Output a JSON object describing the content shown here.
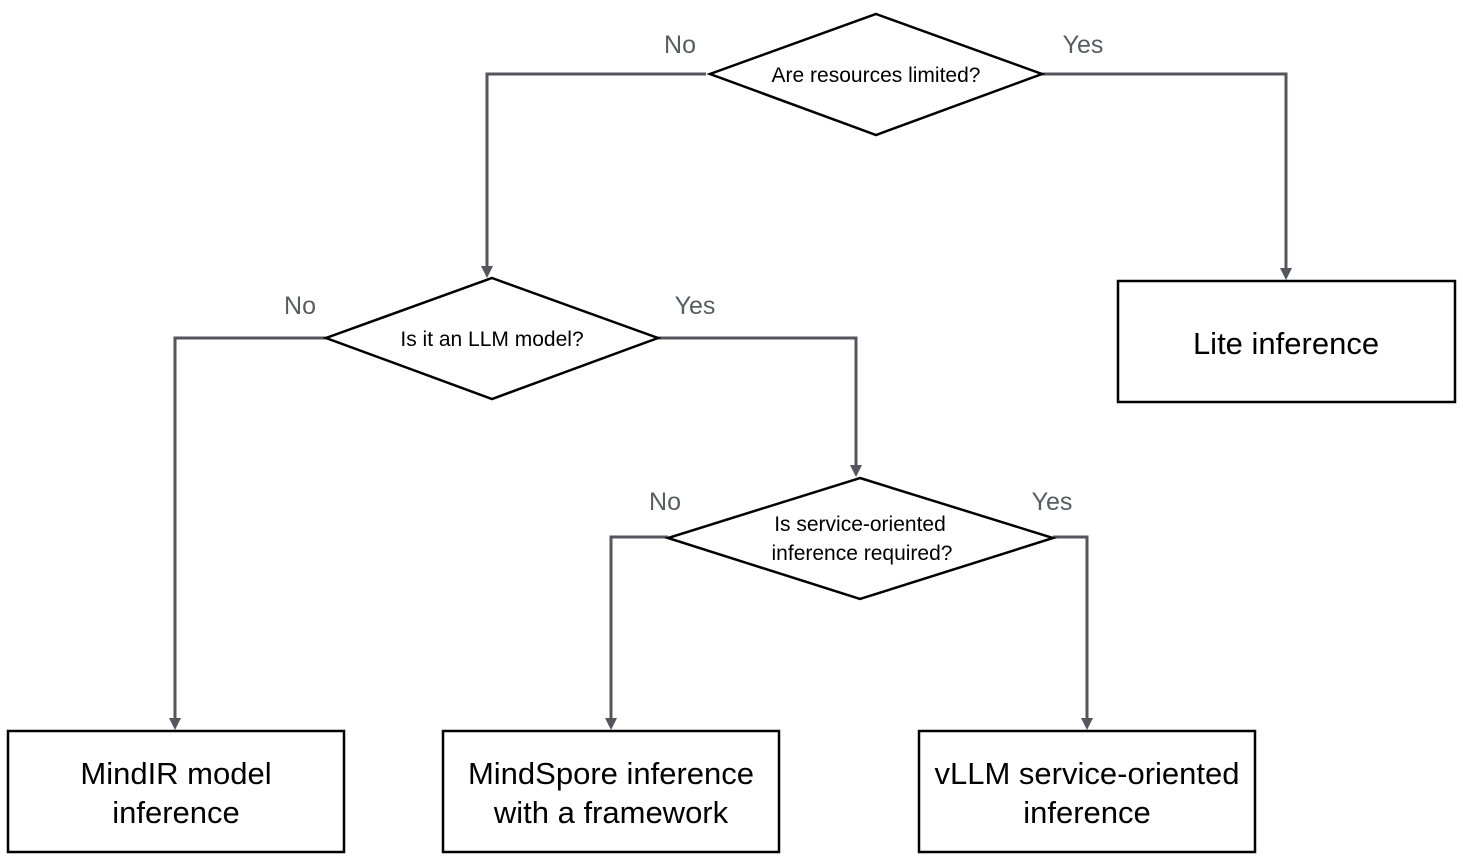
{
  "decisions": {
    "resources": {
      "lines": [
        "Are resources limited?"
      ]
    },
    "llm": {
      "lines": [
        "Is it an LLM model?"
      ]
    },
    "service": {
      "lines": [
        "Is service-oriented",
        "inference required?"
      ]
    }
  },
  "outcomes": {
    "lite": {
      "lines": [
        "Lite inference"
      ]
    },
    "mindir": {
      "lines": [
        "MindIR model",
        "inference"
      ]
    },
    "mindspore": {
      "lines": [
        "MindSpore inference",
        "with a framework"
      ]
    },
    "vllm": {
      "lines": [
        "vLLM service-oriented",
        "inference"
      ]
    }
  },
  "edge_labels": {
    "no": "No",
    "yes": "Yes"
  },
  "colors": {
    "connector": "#53565c",
    "edge_label": "#595c63",
    "outline": "#000000"
  }
}
